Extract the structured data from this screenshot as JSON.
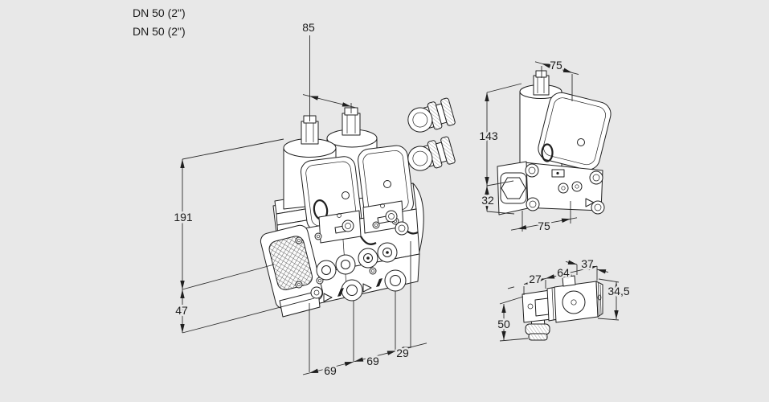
{
  "colors": {
    "background": "#e8e8e8",
    "line": "#1f1f1f",
    "dimension_line": "#2e2e2e",
    "text": "#1c1c1c"
  },
  "labels": {
    "connection_top": "DN 50 (2\")",
    "connection_bottom": "DN 50 (2\")"
  },
  "main_view_dims": {
    "coil_spacing": "85",
    "body_height": "191",
    "flange_height": "47",
    "span_left": "69",
    "span_mid": "69",
    "span_right": "29"
  },
  "side_view_dims": {
    "top_width": "75",
    "coil_height": "143",
    "lower_height": "32",
    "bottom_width": "75"
  },
  "accessory_view_dims": {
    "connector_width": "27",
    "body_length": "64",
    "body_depth": "37",
    "body_height": "34,5",
    "total_height": "50"
  }
}
